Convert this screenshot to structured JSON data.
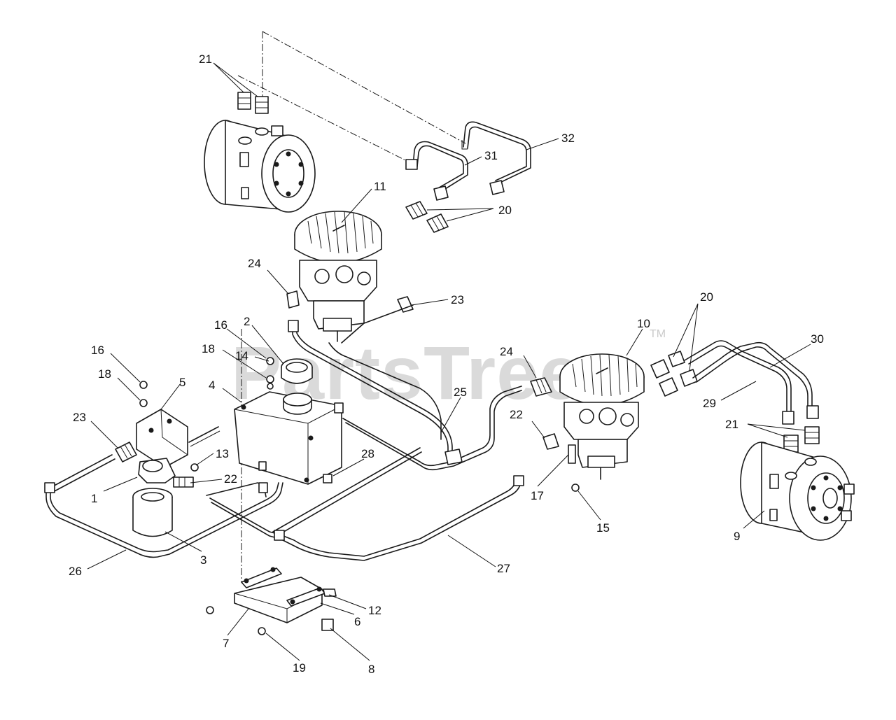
{
  "watermark": {
    "text": "PartsTree",
    "trademark": "TM"
  },
  "callouts": [
    {
      "id": "c21a",
      "label": "21"
    },
    {
      "id": "c32",
      "label": "32"
    },
    {
      "id": "c31",
      "label": "31"
    },
    {
      "id": "c11",
      "label": "11"
    },
    {
      "id": "c20a",
      "label": "20"
    },
    {
      "id": "c24a",
      "label": "24"
    },
    {
      "id": "c23a",
      "label": "23"
    },
    {
      "id": "c20b",
      "label": "20"
    },
    {
      "id": "c10",
      "label": "10"
    },
    {
      "id": "c30",
      "label": "30"
    },
    {
      "id": "c16a",
      "label": "16"
    },
    {
      "id": "c2",
      "label": "2"
    },
    {
      "id": "c18a",
      "label": "18"
    },
    {
      "id": "c14",
      "label": "14"
    },
    {
      "id": "c16b",
      "label": "16"
    },
    {
      "id": "c5",
      "label": "5"
    },
    {
      "id": "c18b",
      "label": "18"
    },
    {
      "id": "c4",
      "label": "4"
    },
    {
      "id": "c24b",
      "label": "24"
    },
    {
      "id": "c29",
      "label": "29"
    },
    {
      "id": "c23b",
      "label": "23"
    },
    {
      "id": "c25",
      "label": "25"
    },
    {
      "id": "c22a",
      "label": "22"
    },
    {
      "id": "c21b",
      "label": "21"
    },
    {
      "id": "c13",
      "label": "13"
    },
    {
      "id": "c28",
      "label": "28"
    },
    {
      "id": "c22b",
      "label": "22"
    },
    {
      "id": "c1",
      "label": "1"
    },
    {
      "id": "c17",
      "label": "17"
    },
    {
      "id": "c15",
      "label": "15"
    },
    {
      "id": "c9",
      "label": "9"
    },
    {
      "id": "c3",
      "label": "3"
    },
    {
      "id": "c26",
      "label": "26"
    },
    {
      "id": "c27",
      "label": "27"
    },
    {
      "id": "c12",
      "label": "12"
    },
    {
      "id": "c6",
      "label": "6"
    },
    {
      "id": "c7",
      "label": "7"
    },
    {
      "id": "c19",
      "label": "19"
    },
    {
      "id": "c8",
      "label": "8"
    }
  ]
}
